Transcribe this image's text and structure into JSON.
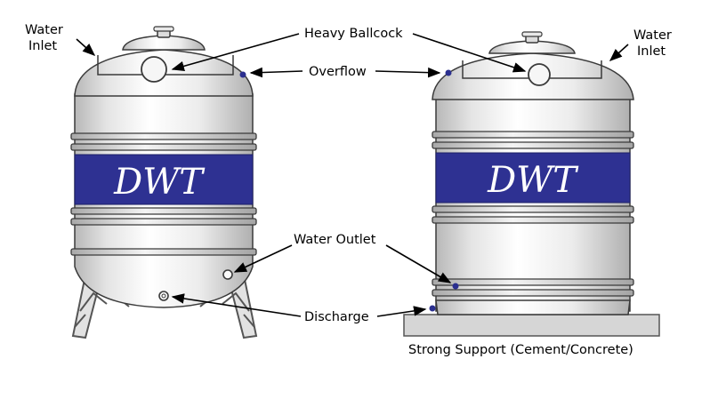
{
  "labels": {
    "water_inlet_left_line1": "Water",
    "water_inlet_left_line2": "Inlet",
    "water_inlet_right_line1": "Water",
    "water_inlet_right_line2": "Inlet",
    "heavy_ballcock": "Heavy Ballcock",
    "overflow": "Overflow",
    "water_outlet": "Water Outlet",
    "discharge": "Discharge",
    "strong_support": "Strong Support (Cement/Concrete)"
  },
  "tanks": {
    "left": {
      "brand": "DWT"
    },
    "right": {
      "brand": "DWT"
    }
  },
  "colors": {
    "band": "#2e3192",
    "band_text": "#ffffff",
    "marker": "#2b2f8f",
    "outline": "#3a3a3a",
    "support": "#d6d6d6"
  }
}
